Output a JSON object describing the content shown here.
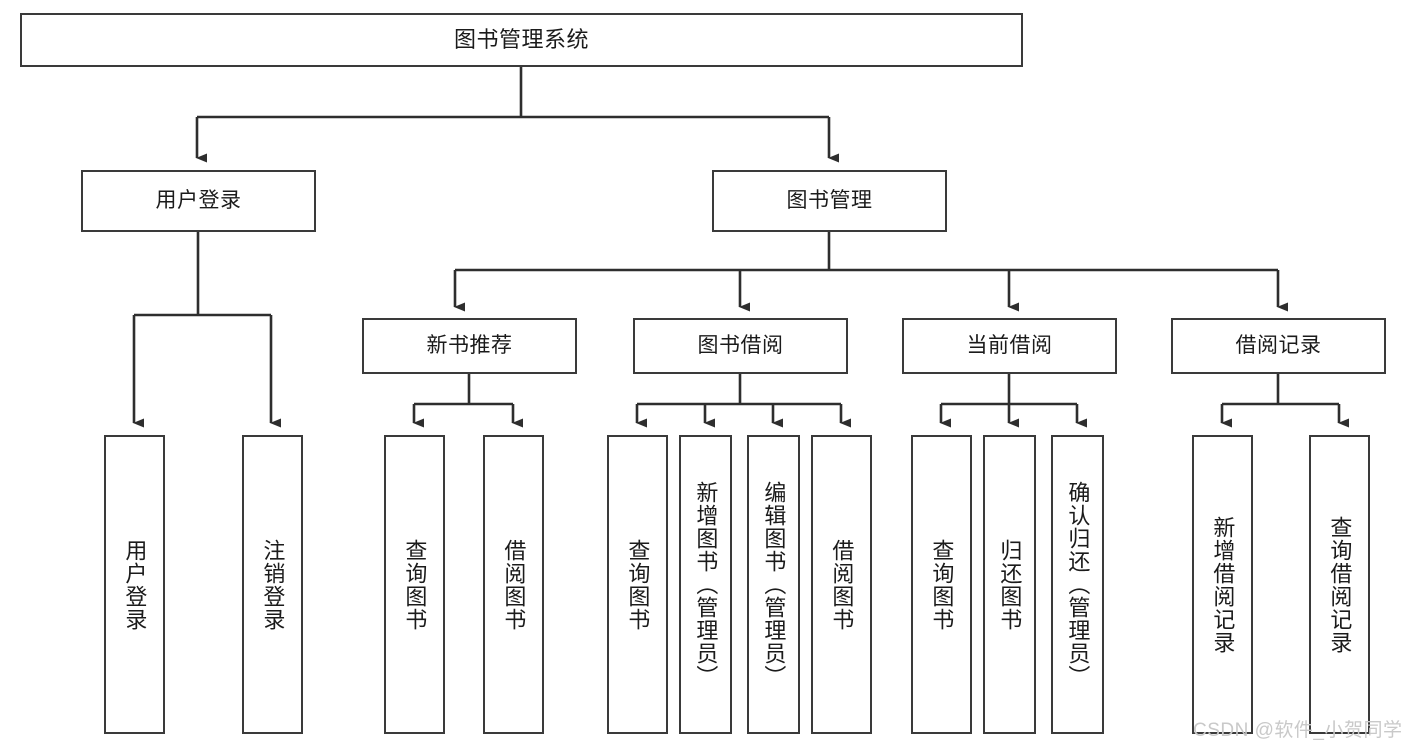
{
  "diagram": {
    "title": "图书管理系统",
    "type": "hierarchy-tree",
    "root": {
      "label": "图书管理系统"
    },
    "level1": [
      {
        "label": "用户登录"
      },
      {
        "label": "图书管理"
      }
    ],
    "level2": [
      {
        "label": "新书推荐"
      },
      {
        "label": "图书借阅"
      },
      {
        "label": "当前借阅"
      },
      {
        "label": "借阅记录"
      }
    ],
    "leaves": {
      "user_login": [
        {
          "label": "用户登录"
        },
        {
          "label": "注销登录"
        }
      ],
      "new_book_recommend": [
        {
          "label": "查询图书"
        },
        {
          "label": "借阅图书"
        }
      ],
      "book_borrow": [
        {
          "label": "查询图书"
        },
        {
          "label": "新增图书（管理员）"
        },
        {
          "label": "编辑图书（管理员）"
        },
        {
          "label": "借阅图书"
        }
      ],
      "current_borrow": [
        {
          "label": "查询图书"
        },
        {
          "label": "归还图书"
        },
        {
          "label": "确认归还（管理员）"
        }
      ],
      "borrow_record": [
        {
          "label": "新增借阅记录"
        },
        {
          "label": "查询借阅记录"
        }
      ]
    }
  },
  "watermark": {
    "text": "CSDN @软件_小贺同学"
  },
  "colors": {
    "stroke": "#3a3a3a",
    "text": "#1b1b1b",
    "background": "#ffffff",
    "watermark": "#c9c9c9"
  }
}
